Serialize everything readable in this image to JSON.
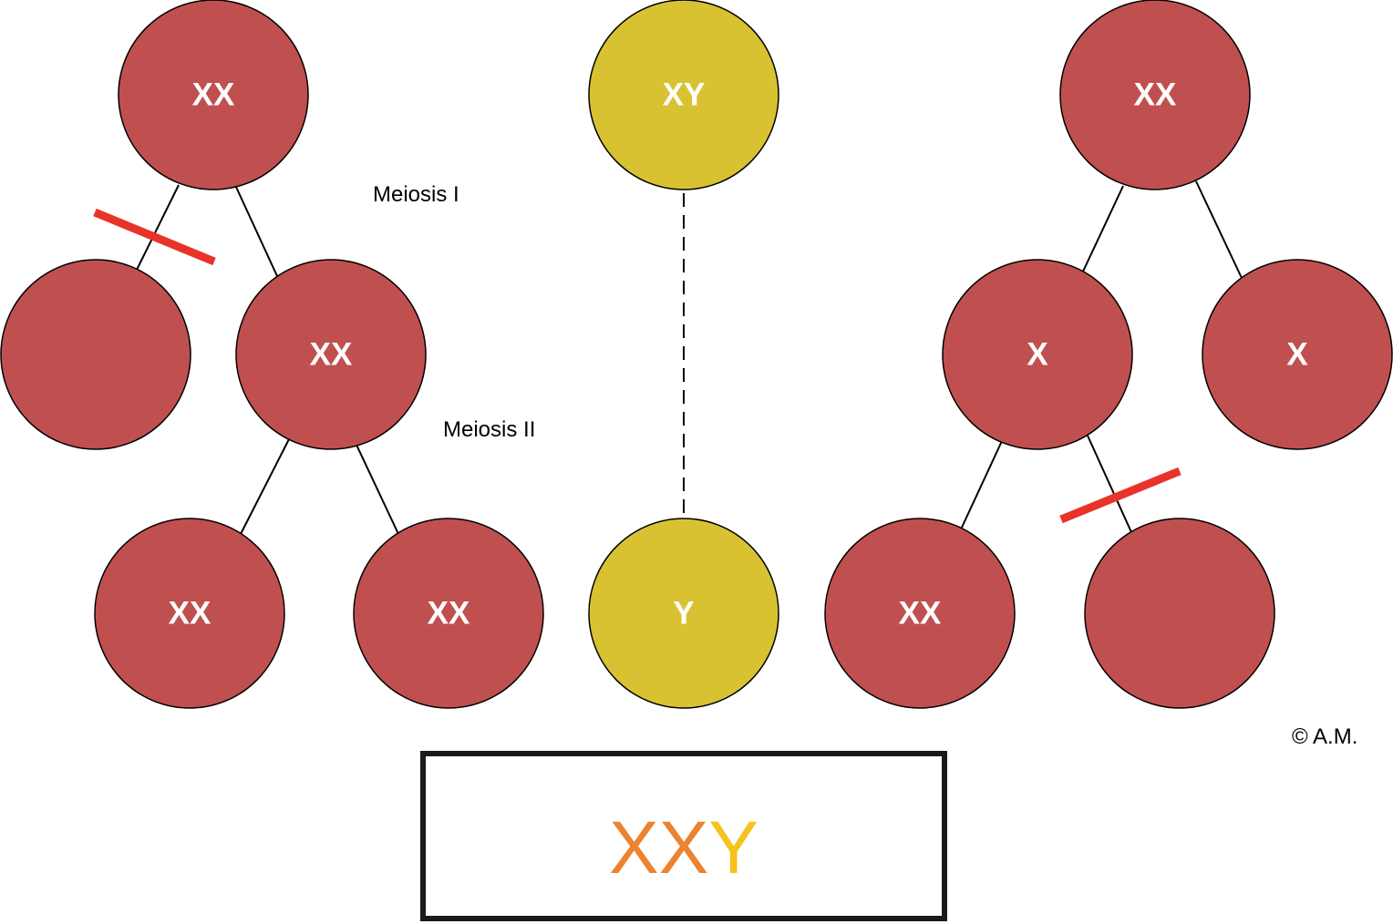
{
  "colors": {
    "mother_cell": "#C0504F",
    "father_cell": "#D9C232",
    "blocked_mark": "#E8332A",
    "result_x": "#EB8330",
    "result_y": "#F5C31A"
  },
  "labels": {
    "meiosis_1": "Meiosis I",
    "meiosis_2": "Meiosis II",
    "copyright": "© A.M."
  },
  "left_lineage": {
    "parent": "XX",
    "daughter_blocked": "",
    "daughter_continuing": "XX",
    "gamete_a": "XX",
    "gamete_b": "XX"
  },
  "center_lineage": {
    "parent": "XY",
    "gamete": "Y"
  },
  "right_lineage": {
    "parent": "XX",
    "daughter_a": "X",
    "daughter_b": "X",
    "gamete_a": "XX",
    "gamete_blocked": ""
  },
  "result": {
    "x1": "X",
    "x2": "X",
    "y": "Y"
  }
}
